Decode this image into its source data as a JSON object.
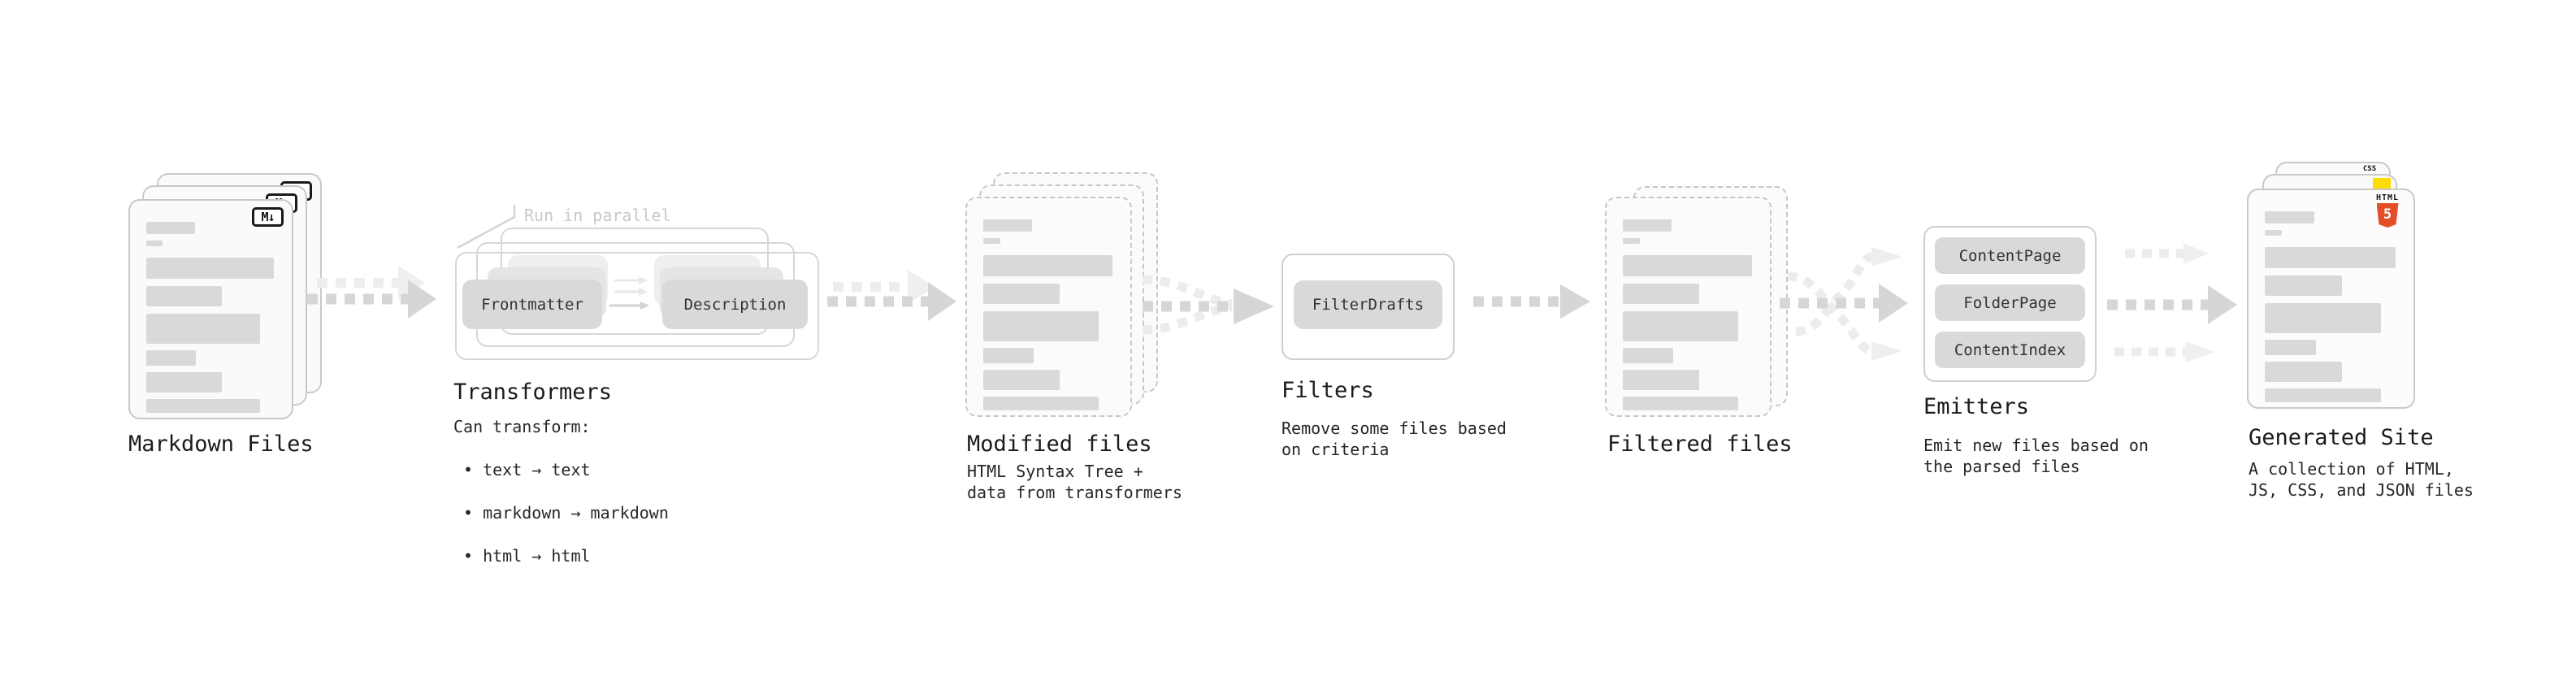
{
  "markdown_files": {
    "badge": "M↓",
    "label": "Markdown Files"
  },
  "transformers": {
    "annotation": "Run in parallel",
    "pill_left": "Frontmatter",
    "pill_right": "Description",
    "title": "Transformers",
    "list_heading": "Can transform:",
    "bullets": [
      "• text → text",
      "• markdown → markdown",
      "• html → html"
    ]
  },
  "modified_files": {
    "title": "Modified files",
    "description": "HTML Syntax Tree +\ndata from transformers"
  },
  "filters": {
    "pill": "FilterDrafts",
    "title": "Filters",
    "description": "Remove some files based\non criteria"
  },
  "filtered_files": {
    "title": "Filtered files"
  },
  "emitters": {
    "pills": [
      "ContentPage",
      "FolderPage",
      "ContentIndex"
    ],
    "title": "Emitters",
    "description": "Emit new files based on\nthe parsed files"
  },
  "generated_site": {
    "css_badge": "CSS",
    "html_badge_word": "HTML",
    "html_badge_number": "5",
    "title": "Generated Site",
    "description": "A collection of HTML,\nJS, CSS, and JSON files"
  },
  "colors": {
    "html5_orange": "#e44d26",
    "js_yellow": "#ffdd00",
    "css_blue": "#2962ff",
    "arrow_main": "#d6d6d6",
    "arrow_light": "#ececec"
  }
}
